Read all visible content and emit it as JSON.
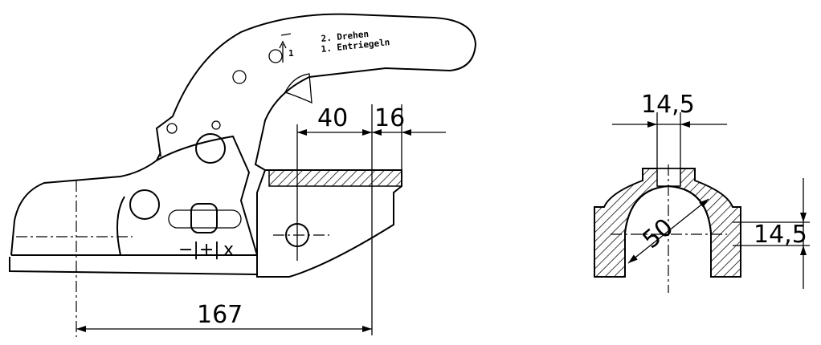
{
  "side_view": {
    "label_step2": "2. Drehen",
    "label_step1": "1. Entriegeln",
    "arrow_number": "1",
    "wear_indicator": "−|+|",
    "wear_mark": "x",
    "dim_40": "40",
    "dim_16": "16",
    "dim_167": "167"
  },
  "section_view": {
    "dim_top_width": "14,5",
    "dim_right_height": "14,5",
    "dim_diameter": "50"
  }
}
